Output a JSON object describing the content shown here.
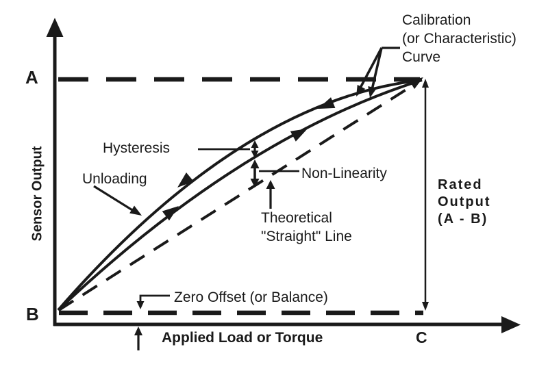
{
  "colors": {
    "ink": "#1a1a1a",
    "background": "#ffffff"
  },
  "axis": {
    "y_label": "Sensor Output",
    "x_label": "Applied Load or Torque",
    "point_a": "A",
    "point_b": "B",
    "point_c": "C"
  },
  "labels": {
    "calibration": {
      "line1": "Calibration",
      "line2": "(or Characteristic)",
      "line3": "Curve"
    },
    "hysteresis": "Hysteresis",
    "unloading": "Unloading",
    "non_linearity": "Non-Linearity",
    "theoretical": {
      "line1": "Theoretical",
      "line2": "\"Straight\" Line"
    },
    "rated_output": {
      "line1": "Rated",
      "line2": "Output",
      "line3": "(A - B)"
    },
    "zero_offset": "Zero Offset (or Balance)"
  }
}
